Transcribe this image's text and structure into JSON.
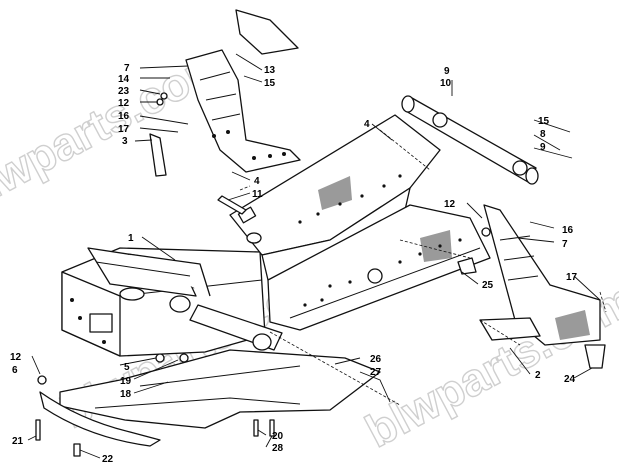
{
  "watermark": "blwparts.com",
  "callouts": {
    "c1": "1",
    "c2": "2",
    "c3": "3",
    "c4a": "4",
    "c4b": "4",
    "c5": "5",
    "c6": "6",
    "c7a": "7",
    "c7b": "7",
    "c8": "8",
    "c9a": "9",
    "c9b": "9",
    "c10": "10",
    "c11": "11",
    "c12a": "12",
    "c12b": "12",
    "c12c": "12",
    "c13": "13",
    "c14": "14",
    "c15a": "15",
    "c15b": "15",
    "c16a": "16",
    "c16b": "16",
    "c17a": "17",
    "c17b": "17",
    "c18": "18",
    "c19": "19",
    "c20": "20",
    "c21": "21",
    "c22": "22",
    "c23": "23",
    "c24": "24",
    "c25": "25",
    "c26": "26",
    "c27": "27",
    "c28": "28"
  }
}
